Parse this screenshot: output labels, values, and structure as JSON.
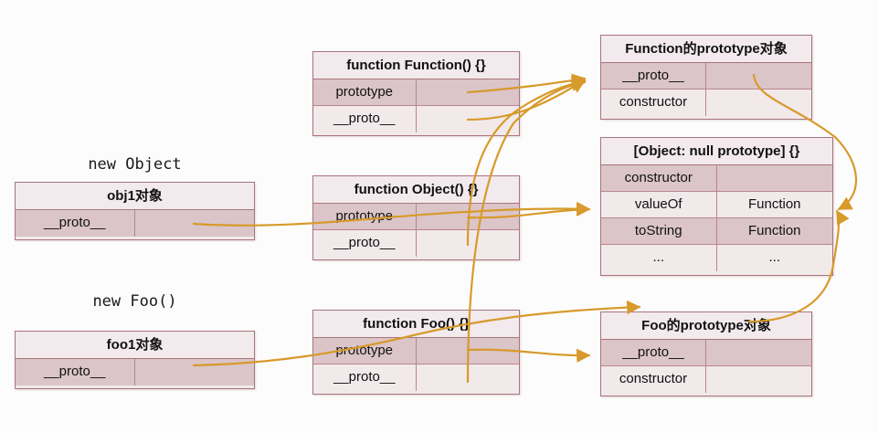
{
  "diagram": {
    "title": "JavaScript prototype chain",
    "accent_color": "#d79a2b",
    "border_color": "#a9747c",
    "row_dark_color": "#dbc5c9",
    "row_light_color": "#f2e9eb",
    "background_color": "#fdfcfc"
  },
  "captions": {
    "new_object": "new Object",
    "new_foo": "new Foo()"
  },
  "boxes": {
    "obj1": {
      "title": "obj1对象",
      "rows": [
        {
          "key": "__proto__",
          "value": ""
        }
      ]
    },
    "foo1": {
      "title": "foo1对象",
      "rows": [
        {
          "key": "__proto__",
          "value": ""
        }
      ]
    },
    "function_ctor": {
      "title": "function Function() {}",
      "rows": [
        {
          "key": "prototype",
          "value": ""
        },
        {
          "key": "__proto__",
          "value": ""
        }
      ]
    },
    "object_ctor": {
      "title": "function Object() {}",
      "rows": [
        {
          "key": "prototype",
          "value": ""
        },
        {
          "key": "__proto__",
          "value": ""
        }
      ]
    },
    "foo_ctor": {
      "title": "function Foo() {}",
      "rows": [
        {
          "key": "prototype",
          "value": ""
        },
        {
          "key": "__proto__",
          "value": ""
        }
      ]
    },
    "function_prototype": {
      "title": "Function的prototype对象",
      "rows": [
        {
          "key": "__proto__",
          "value": ""
        },
        {
          "key": "constructor",
          "value": ""
        }
      ]
    },
    "null_prototype": {
      "title": "[Object: null prototype] {}",
      "rows": [
        {
          "key": "constructor",
          "value": ""
        },
        {
          "key": "valueOf",
          "value": "Function"
        },
        {
          "key": "toString",
          "value": "Function"
        },
        {
          "key": "...",
          "value": "..."
        }
      ]
    },
    "foo_prototype": {
      "title": "Foo的prototype对象",
      "rows": [
        {
          "key": "__proto__",
          "value": ""
        },
        {
          "key": "constructor",
          "value": ""
        }
      ]
    }
  },
  "arrows": [
    {
      "name": "function-prototype-to-function-prototype-object",
      "from": "function_ctor.prototype",
      "to": "function_prototype.__proto__"
    },
    {
      "name": "function-proto-to-function-prototype-object",
      "from": "function_ctor.__proto__",
      "to": "function_prototype.__proto__"
    },
    {
      "name": "object-proto-to-function-prototype-object",
      "from": "object_ctor.__proto__",
      "to": "function_prototype.__proto__"
    },
    {
      "name": "foo-proto-to-function-prototype-object",
      "from": "foo_ctor.__proto__",
      "to": "function_prototype.__proto__"
    },
    {
      "name": "function-prototype-object-proto-to-null-prototype",
      "from": "function_prototype.__proto__",
      "to": "null_prototype.valueOf"
    },
    {
      "name": "obj1-proto-to-null-prototype",
      "from": "obj1.__proto__",
      "to": "null_prototype.valueOf"
    },
    {
      "name": "object-prototype-to-null-prototype",
      "from": "object_ctor.prototype",
      "to": "null_prototype.valueOf"
    },
    {
      "name": "foo1-proto-to-foo-prototype-object",
      "from": "foo1.__proto__",
      "to": "foo_prototype"
    },
    {
      "name": "foo-prototype-to-foo-prototype-object",
      "from": "foo_ctor.prototype",
      "to": "foo_prototype.__proto__"
    },
    {
      "name": "foo-prototype-object-proto-to-null-prototype",
      "from": "foo_prototype.__proto__",
      "to": "null_prototype.valueOf"
    }
  ]
}
